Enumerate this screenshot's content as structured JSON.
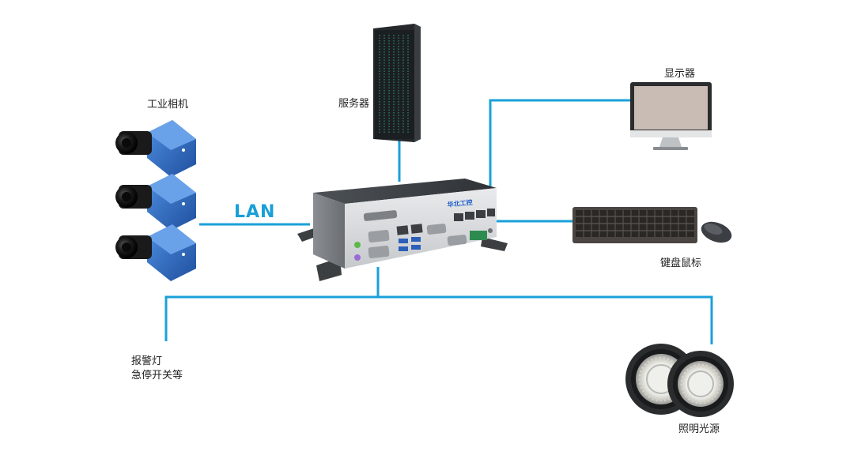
{
  "labels": {
    "camera": "工业相机",
    "server": "服务器",
    "monitor": "显示器",
    "keyboard_mouse": "键盘鼠标",
    "alarm_line1": "报警灯",
    "alarm_line2": "急停开关等",
    "light": "照明光源",
    "lan": "LAN",
    "brand": "华北工控"
  },
  "colors": {
    "connector_line": "#1aa0d8",
    "lan_text": "#1a9fd6",
    "camera_body": "#2e6fc8",
    "chassis": "#6e7378",
    "brand": "#1e5cc9"
  },
  "icons": [
    "industrial-camera-icon",
    "server-rack-icon",
    "monitor-icon",
    "keyboard-icon",
    "mouse-icon",
    "ring-light-icon",
    "industrial-pc-icon"
  ]
}
